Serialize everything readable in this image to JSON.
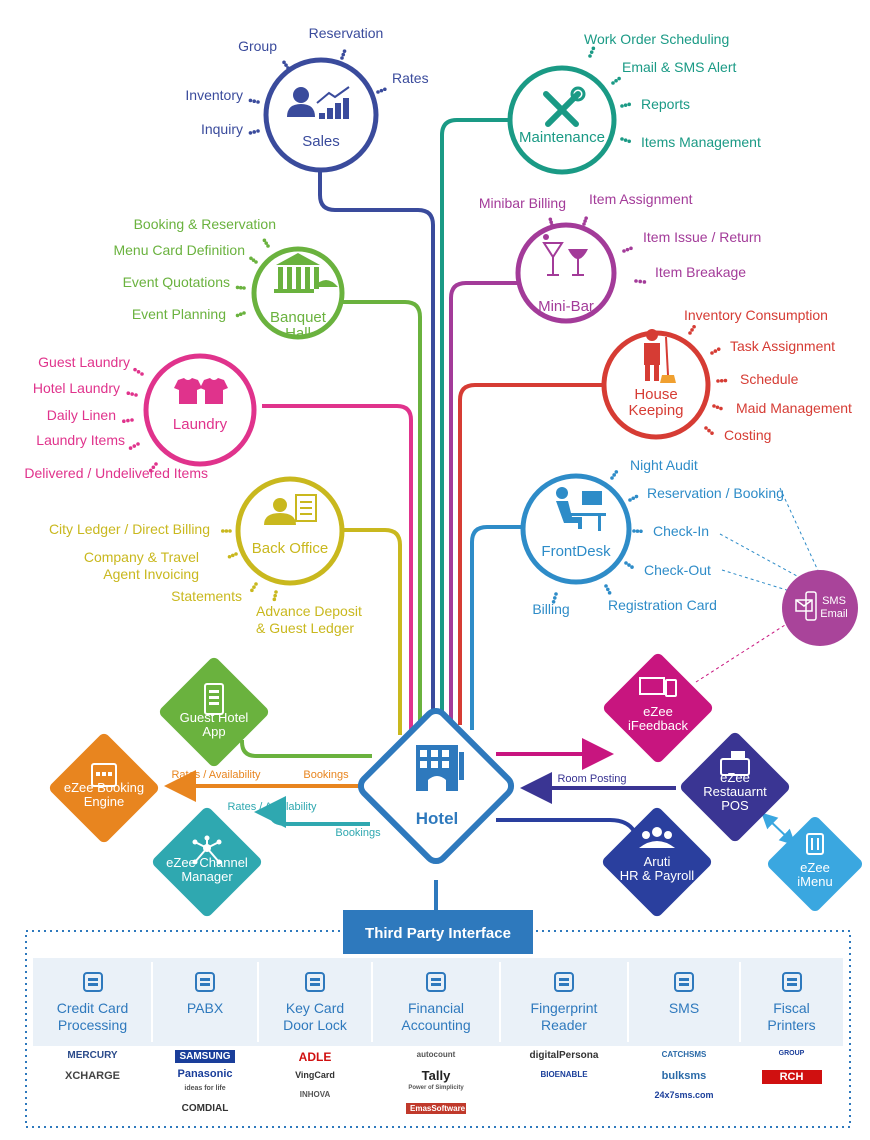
{
  "hotel": {
    "label": "Hotel"
  },
  "modules": [
    {
      "id": "sales",
      "label": "Sales",
      "color": "#3a4b9c",
      "features": [
        "Group",
        "Reservation",
        "Rates",
        "Inventory",
        "Inquiry"
      ]
    },
    {
      "id": "maintenance",
      "label": "Maintenance",
      "color": "#1a9a85",
      "features": [
        "Work Order Scheduling",
        "Email & SMS Alert",
        "Reports",
        "Items Management"
      ]
    },
    {
      "id": "banquet",
      "label": "Banquet\nHall",
      "color": "#6ab23e",
      "features": [
        "Booking & Reservation",
        "Menu Card Definition",
        "Event Quotations",
        "Event Planning"
      ]
    },
    {
      "id": "minibar",
      "label": "Mini-Bar",
      "color": "#a33b99",
      "features": [
        "Minibar Billing",
        "Item Assignment",
        "Item Issue / Return",
        "Item Breakage"
      ]
    },
    {
      "id": "laundry",
      "label": "Laundry",
      "color": "#e0338c",
      "features": [
        "Guest Laundry",
        "Hotel Laundry",
        "Daily Linen",
        "Laundry Items",
        "Delivered / Undelivered Items"
      ]
    },
    {
      "id": "housekeeping",
      "label": "House\nKeeping",
      "color": "#d63c34",
      "features": [
        "Inventory Consumption",
        "Task Assignment",
        "Schedule",
        "Maid Management",
        "Costing"
      ]
    },
    {
      "id": "backoffice",
      "label": "Back Office",
      "color": "#c9b81e",
      "features": [
        "City Ledger / Direct Billing",
        "Company & Travel\nAgent Invoicing",
        "Statements",
        "Advance Deposit\n& Guest Ledger"
      ]
    },
    {
      "id": "frontdesk",
      "label": "FrontDesk",
      "color": "#2e8cc8",
      "features": [
        "Night Audit",
        "Reservation / Booking",
        "Check-In",
        "Check-Out",
        "Registration Card",
        "Billing"
      ]
    }
  ],
  "sms_email": {
    "label": "SMS\nEmail",
    "color": "#a9449a"
  },
  "diamonds": [
    {
      "id": "guest_app",
      "label": "Guest Hotel\nApp",
      "color": "#6ab23e"
    },
    {
      "id": "booking_engine",
      "label": "eZee Booking\nEngine",
      "color": "#e8851f"
    },
    {
      "id": "channel_manager",
      "label": "eZee Channel\nManager",
      "color": "#2fa8b0"
    },
    {
      "id": "ifeedback",
      "label": "eZee\niFeedback",
      "color": "#c8157f"
    },
    {
      "id": "restaurant_pos",
      "label": "eZee\nRestauarnt\nPOS",
      "color": "#3a3593"
    },
    {
      "id": "aruti",
      "label": "Aruti\nHR & Payroll",
      "color": "#2a3f9e"
    },
    {
      "id": "imenu",
      "label": "eZee\niMenu",
      "color": "#3aa7e0"
    }
  ],
  "connector_labels": {
    "booking_rates": "Rates / Availability",
    "booking_bookings": "Bookings",
    "channel_rates": "Rates / Availability",
    "channel_bookings": "Bookings",
    "room_posting": "Room Posting"
  },
  "third_party": {
    "title": "Third Party Interface",
    "items": [
      {
        "label": "Credit Card\nProcessing",
        "icon": "credit-card-icon",
        "logos": [
          "MERCURY",
          "XCHARGE"
        ]
      },
      {
        "label": "PABX",
        "icon": "telephone-icon",
        "logos": [
          "SAMSUNG",
          "Panasonic",
          "ideas for life",
          "COMDIAL"
        ]
      },
      {
        "label": "Key Card\nDoor Lock",
        "icon": "key-card-icon",
        "logos": [
          "ADLE",
          "VingCard",
          "INHOVA"
        ]
      },
      {
        "label": "Financial\nAccounting",
        "icon": "calculator-icon",
        "logos": [
          "autocount",
          "Tally",
          "Power of Simplicity",
          "EmasSoftware"
        ]
      },
      {
        "label": "Fingerprint\nReader",
        "icon": "fingerprint-icon",
        "logos": [
          "digitalPersona",
          "BIOENABLE"
        ]
      },
      {
        "label": "SMS",
        "icon": "mobile-sms-icon",
        "logos": [
          "CATCHSMS",
          "bulksms",
          "24x7sms.com"
        ]
      },
      {
        "label": "Fiscal\nPrinters",
        "icon": "printer-icon",
        "logos": [
          "GROUP",
          "RCH"
        ]
      }
    ]
  }
}
